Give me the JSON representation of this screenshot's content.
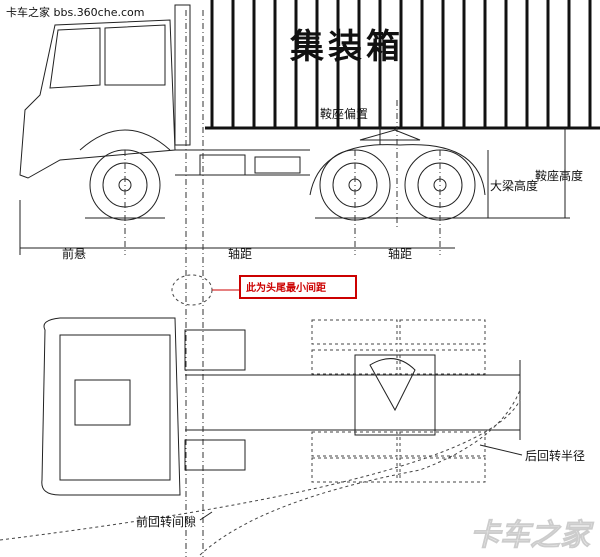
{
  "watermark_top": "卡车之家 bbs.360che.com",
  "watermark_logo": "卡车之家",
  "side_view": {
    "container_text": "集装箱",
    "saddle_offset": "鞍座偏置",
    "frame_height": "大梁高度",
    "saddle_height": "鞍座高度",
    "front_overhang": "前悬",
    "wheelbase_1": "轴距",
    "wheelbase_2": "轴距"
  },
  "top_view": {
    "min_gap_note": "此为头尾最小间距",
    "rear_turn_radius": "后回转半径",
    "front_turn_clearance": "前回转间隙"
  },
  "colors": {
    "note_red": "#cc0000"
  }
}
